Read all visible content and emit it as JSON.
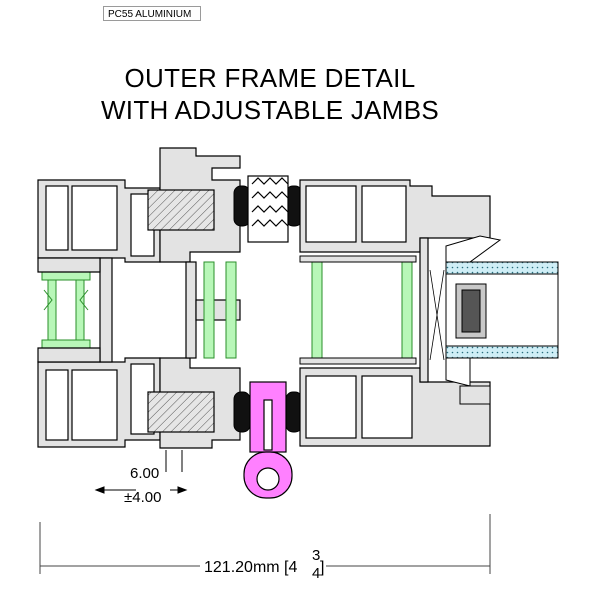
{
  "tag": "PC55 ALUMINIUM",
  "title": {
    "line1": "OUTER FRAME DETAIL",
    "line2": "WITH ADJUSTABLE JAMBS"
  },
  "dimensions": {
    "gap_nominal": "6.00",
    "gap_tolerance": "±4.00",
    "overall_width": "121.20mm [4",
    "overall_fraction_num": "3",
    "overall_fraction_den": "4",
    "overall_close": "]"
  },
  "colors": {
    "aluminium": "#e3e3e3",
    "thermal_break": "#b8f7b8",
    "fixing_bracket": "#ff80ff",
    "glass": "#cfeef6",
    "outline": "#000000"
  }
}
